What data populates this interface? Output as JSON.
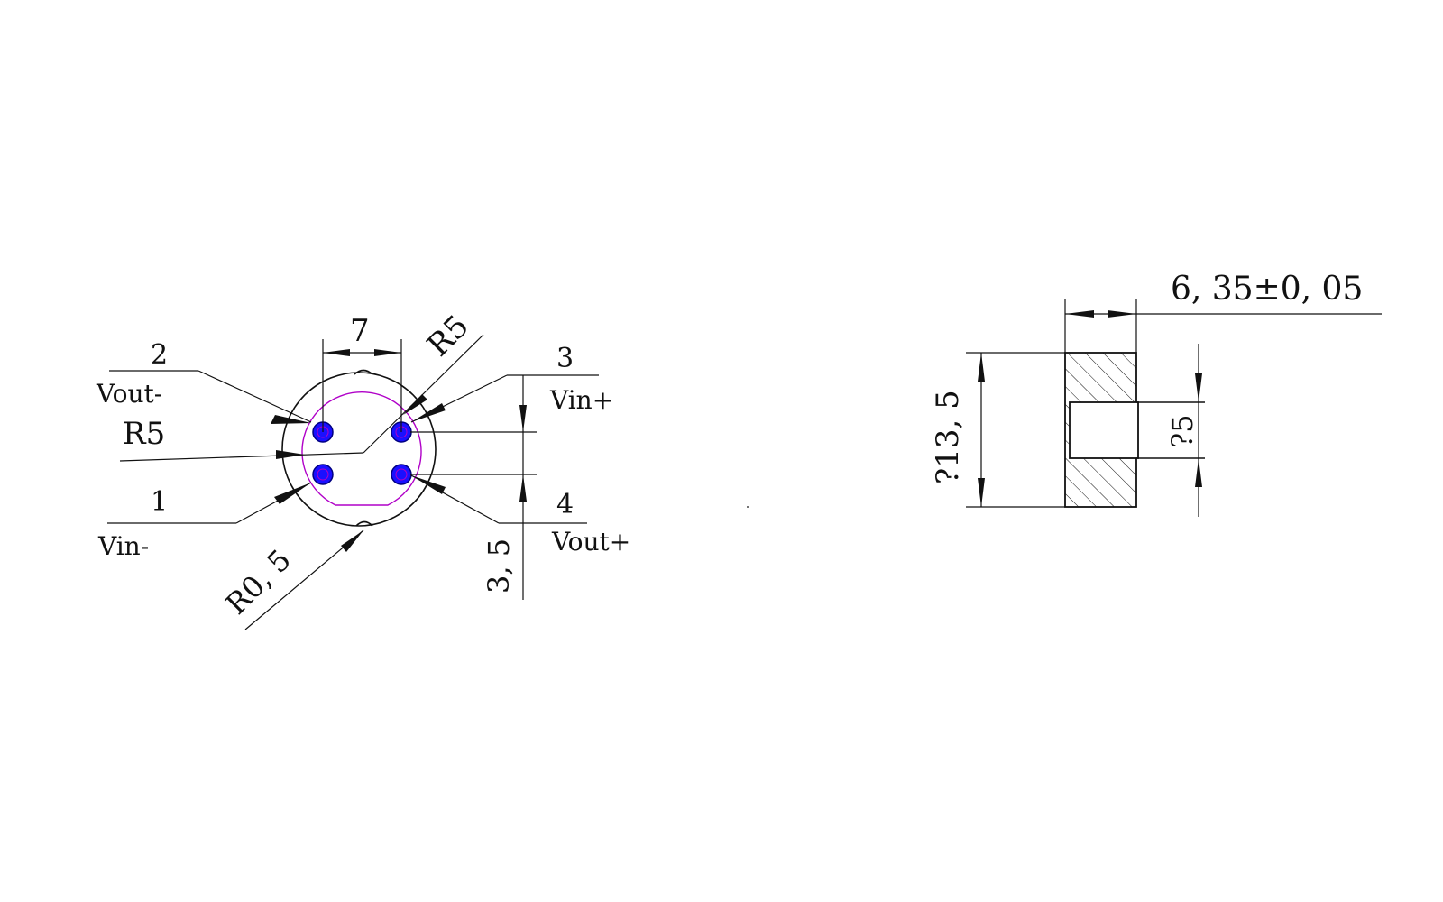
{
  "colors": {
    "ink": "#111111",
    "pad_fill": "#1a10ff",
    "pad_outline": "#000080",
    "pad_outline_inner": "#b000c8",
    "background": "#ffffff"
  },
  "front_view": {
    "pins": [
      {
        "number": "1",
        "signal": "Vin-"
      },
      {
        "number": "2",
        "signal": "Vout-"
      },
      {
        "number": "3",
        "signal": "Vin+"
      },
      {
        "number": "4",
        "signal": "Vout+"
      }
    ],
    "dim_pin_spacing": "7",
    "dim_radius_inner": "R5",
    "dim_radius_left": "R5",
    "dim_notch_radius": "R0, 5",
    "dim_vertical_spacing": "3, 5"
  },
  "side_view": {
    "dim_thickness": "6, 35±0, 05",
    "dim_outer_diameter": "?13, 5",
    "dim_bore_diameter": "?5"
  }
}
